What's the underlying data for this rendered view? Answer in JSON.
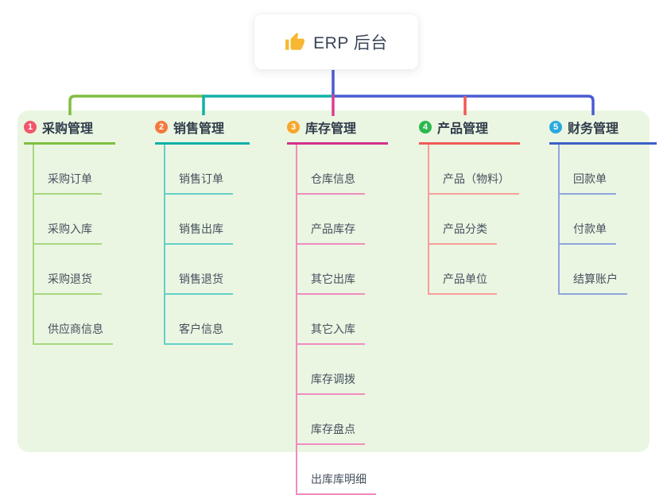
{
  "canvas": {
    "background": "#FFFFFF",
    "panel_color": "#EAF6E2"
  },
  "root": {
    "title": "ERP 后台",
    "icon": "thumbs-up-icon",
    "icon_color": "#F7B731"
  },
  "connectors": {
    "blue": "#4A5BD2",
    "green": "#7FBE3F",
    "teal": "#10B1A7",
    "magenta": "#DD3C92",
    "red": "#F05A56"
  },
  "branches": [
    {
      "id": "1",
      "label": "采购管理",
      "colors": {
        "badge": "#F2566B",
        "line": "#7FBE3F",
        "child_line": "#A9D87E"
      },
      "children": [
        "采购订单",
        "采购入库",
        "采购退货",
        "供应商信息"
      ]
    },
    {
      "id": "2",
      "label": "销售管理",
      "colors": {
        "badge": "#F5793B",
        "line": "#10B1A7",
        "child_line": "#66D0C7"
      },
      "children": [
        "销售订单",
        "销售出库",
        "销售退货",
        "客户信息"
      ]
    },
    {
      "id": "3",
      "label": "库存管理",
      "colors": {
        "badge": "#F7A62B",
        "line": "#D5318B",
        "child_line": "#F08CBE"
      },
      "children": [
        "仓库信息",
        "产品库存",
        "其它出库",
        "其它入库",
        "库存调拨",
        "库存盘点",
        "出库库明细"
      ]
    },
    {
      "id": "4",
      "label": "产品管理",
      "colors": {
        "badge": "#2DB84D",
        "line": "#F05A56",
        "child_line": "#F89E9B"
      },
      "children": [
        "产品（物料）",
        "产品分类",
        "产品单位"
      ]
    },
    {
      "id": "5",
      "label": "财务管理",
      "colors": {
        "badge": "#29A9E0",
        "line": "#3C60C6",
        "child_line": "#90A4DE"
      },
      "children": [
        "回款单",
        "付款单",
        "结算账户"
      ]
    }
  ]
}
